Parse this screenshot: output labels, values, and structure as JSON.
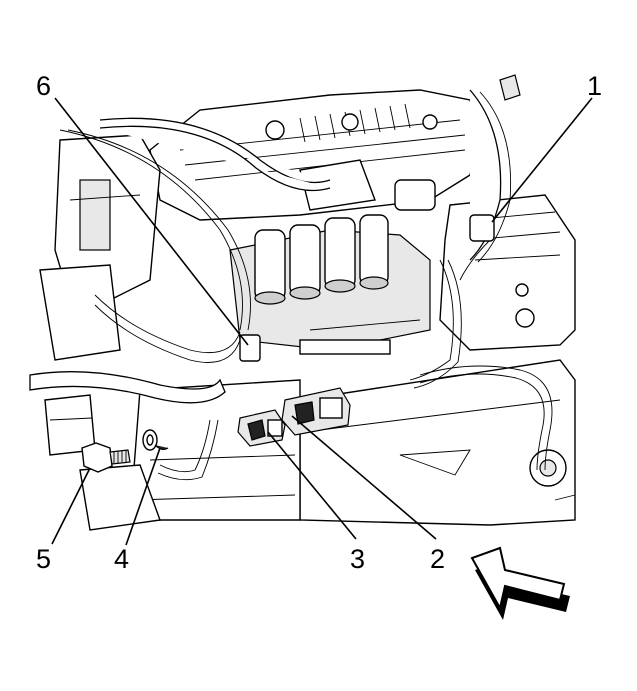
{
  "diagram": {
    "callouts": [
      {
        "id": "c1",
        "label": "1"
      },
      {
        "id": "c2",
        "label": "2"
      },
      {
        "id": "c3",
        "label": "3"
      },
      {
        "id": "c4",
        "label": "4"
      },
      {
        "id": "c5",
        "label": "5"
      },
      {
        "id": "c6",
        "label": "6"
      }
    ],
    "direction_indicator": "arrow-icon"
  }
}
